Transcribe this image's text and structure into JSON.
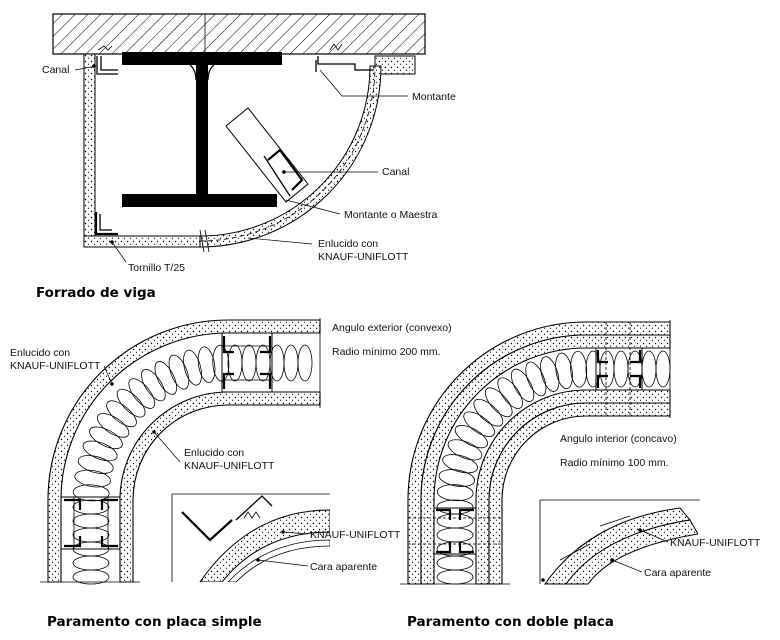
{
  "beam_section": {
    "title": "Forrado de viga",
    "labels": {
      "canal_top": "Canal",
      "montante": "Montante",
      "canal_right": "Canal",
      "montante_maestra": "Montante o Maestra",
      "enlucido_line1": "Enlucido con",
      "enlucido_line2": "KNAUF-UNIFLOTT",
      "tornillo": "Tornillo T/25"
    }
  },
  "simple_plate": {
    "title": "Paramento con placa simple",
    "labels": {
      "angulo": "Angulo exterior (convexo)",
      "radio": "Radio mínimo 200 mm.",
      "enlucido_a_line1": "Enlucido con",
      "enlucido_a_line2": "KNAUF-UNIFLOTT",
      "enlucido_b_line1": "Enlucido con",
      "enlucido_b_line2": "KNAUF-UNIFLOTT",
      "detail_uniflott": "KNAUF-UNIFLOTT",
      "detail_cara": "Cara aparente"
    }
  },
  "double_plate": {
    "title": "Paramento con doble placa",
    "labels": {
      "angulo": "Angulo interior (concavo)",
      "radio": "Radio mínimo 100 mm.",
      "detail_uniflott": "KNAUF-UNIFLOTT",
      "detail_cara": "Cara aparente"
    }
  }
}
